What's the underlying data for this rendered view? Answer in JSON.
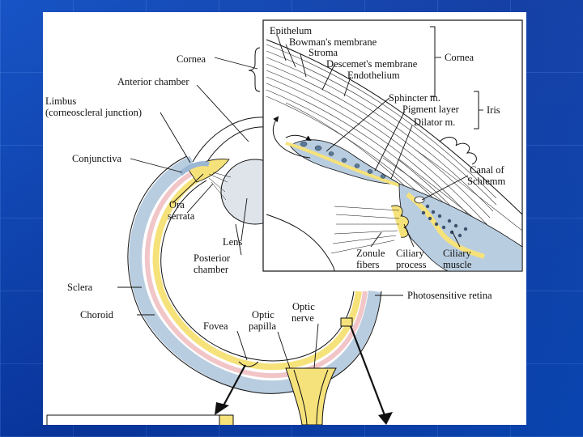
{
  "colors": {
    "background": "#0a3fa8",
    "panel": "#ffffff",
    "sclera_blue": "#b9cde0",
    "choroid_pink": "#f2c6c8",
    "retina_yellow": "#f6e27a",
    "ink": "#111111"
  },
  "labels": {
    "cornea": "Cornea",
    "anterior_chamber": "Anterior chamber",
    "limbus_1": "Limbus",
    "limbus_2": "(corneoscleral junction)",
    "conjunctiva": "Conjunctiva",
    "ora_1": "Ora",
    "ora_2": "serrata",
    "lens": "Lens",
    "posterior_1": "Posterior",
    "posterior_2": "chamber",
    "sclera": "Sclera",
    "choroid": "Choroid",
    "fovea": "Fovea",
    "optic_papilla_1": "Optic",
    "optic_papilla_2": "papilla",
    "optic_nerve_1": "Optic",
    "optic_nerve_2": "nerve",
    "photosensitive_retina": "Photosensitive retina"
  },
  "inset": {
    "epithelium": "Epithelum",
    "bowmans": "Bowman's membrane",
    "stroma": "Stroma",
    "descemets": "Descemet's membrane",
    "endothelium": "Endothelium",
    "cornea_group": "Cornea",
    "sphincter": "Sphincter m.",
    "pigment": "Pigment layer",
    "dilator": "Dilator m.",
    "iris_group": "Iris",
    "canal_1": "Canal of",
    "canal_2": "Schlemm",
    "zonule_1": "Zonule",
    "zonule_2": "fibers",
    "ciliary_process_1": "Ciliary",
    "ciliary_process_2": "process",
    "ciliary_muscle_1": "Ciliary",
    "ciliary_muscle_2": "muscle"
  }
}
